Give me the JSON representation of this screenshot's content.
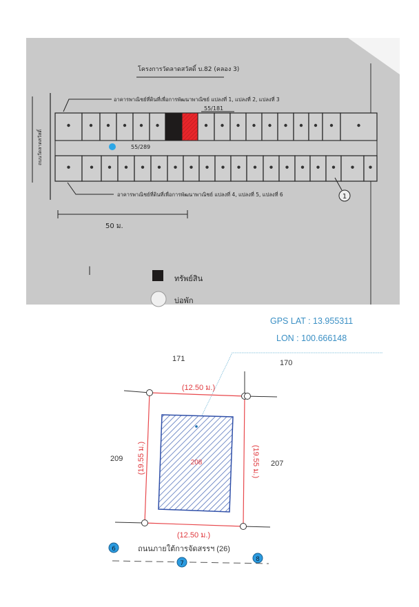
{
  "site_plan": {
    "title": "โครงการวัดลาดสวัสดิ์ บ.82 (คลอง 3)",
    "top_row_caption": "อาคารพาณิชย์ที่ดินที่เพื่อการพัฒนาพาณิชย์ แปลงที่ 1, แปลงที่ 2, แปลงที่ 3",
    "bottom_row_caption": "อาคารพาณิชย์ที่ดินที่เพื่อการพัฒนาพาณิชย์ แปลงที่ 4, แปลงที่ 5, แปลงที่ 6",
    "road_label": "ถนนวัดลาดสวัสดิ์",
    "plot_ref_top": "55/181",
    "plot_ref_mid": "55/289",
    "marker_1": "1",
    "scale_label": "50 ม.",
    "legend": [
      {
        "label": "ทรัพย์สิน",
        "color": "#222222"
      },
      {
        "label": "บ่อพัก",
        "color": "#ffffff"
      }
    ],
    "highlight_color": "#e8262b"
  },
  "parcel": {
    "gps_lat": "GPS LAT : 13.955311",
    "gps_lon": "LON : 100.666148",
    "parcel_number": "208",
    "neighbors": {
      "north_left": "171",
      "north_right": "170",
      "west": "209",
      "east": "207"
    },
    "dim_top": "(12.50 ม.)",
    "dim_bottom": "(12.50 ม.)",
    "dim_left": "(19.55 ม.)",
    "dim_right": "(19.55 ม.)",
    "road": "ถนนภายใต้การจัดสรรฯ (26)",
    "markers": [
      "6",
      "7",
      "8"
    ]
  }
}
